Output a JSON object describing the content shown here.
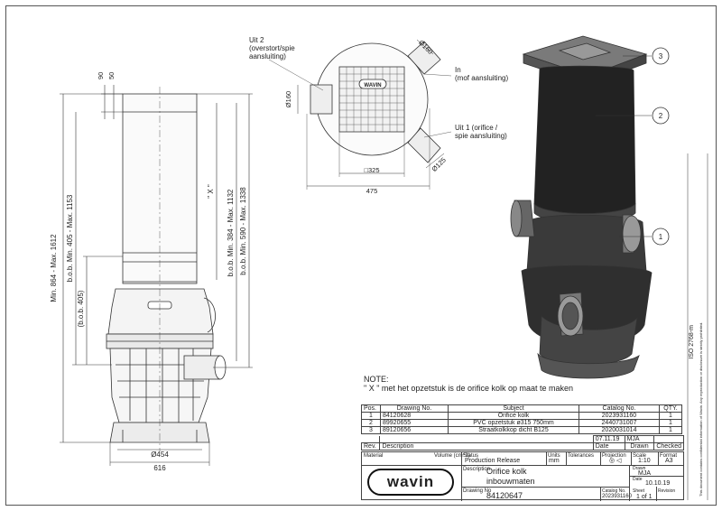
{
  "top_view": {
    "labels": {
      "uit2": [
        "Uit 2",
        "(overstort/spie",
        "aansluiting)"
      ],
      "in": [
        "In",
        "(mof aansluiting)"
      ],
      "uit1": [
        "Uit 1 (orifice /",
        "spie aansluiting)"
      ],
      "d160_left": "Ø160",
      "d160_top": "Ø160",
      "d125": "Ø125",
      "w325": "□325",
      "w475": "475",
      "brand": "WAVIN"
    }
  },
  "side_view": {
    "dims": {
      "d90": "90",
      "d50": "50",
      "left_total": "Min. 864 - Max. 1612",
      "left_bob": "b.o.b. Min. 405 - Max. 1153",
      "left_bob2": "(b.o.b. 405)",
      "right_x": "\" X \"",
      "right_bob1": "b.o.b. Min. 384 - Max. 1132",
      "right_bob2": "b.o.b. Min. 590 - Max. 1338",
      "d454": "Ø454",
      "w616": "616"
    }
  },
  "callouts": [
    "3",
    "2",
    "1"
  ],
  "note": {
    "title": "NOTE:",
    "text": "\" X \" met het opzetstuk is de orifice kolk op maat te maken"
  },
  "bom": {
    "headers": [
      "Pos.",
      "Drawing No.",
      "Subject",
      "Catalog No.",
      "QTY."
    ],
    "rows": [
      [
        "1",
        "84120628",
        "Orifice kolk",
        "2023931160",
        "1"
      ],
      [
        "2",
        "89920655",
        "PVC opzetstuk ø315   750mm",
        "2440731007",
        "1"
      ],
      [
        "3",
        "89120656",
        "Straatkolkkop dicht B125",
        "2020031014",
        "1"
      ]
    ]
  },
  "revision": {
    "date_row": [
      "07.11.19",
      "MJA"
    ],
    "headers": [
      "Rev.",
      "Description",
      "Date",
      "Drawn",
      "Checked"
    ]
  },
  "titleblock": {
    "material_label": "Material",
    "volume_label": "Volume (cm^3)",
    "status_label": "Status",
    "status": "Production Release",
    "units_label": "Units",
    "units": "mm",
    "tolerances_label": "Tolerances",
    "projection_label": "Projection",
    "projection": "◎ ◁",
    "scale_label": "Scale",
    "scale": "1:10",
    "format_label": "Format",
    "format": "A3",
    "description_label": "Description",
    "description1": "Orifice kolk",
    "description2": "inbouwmaten",
    "drawn_label": "Drawn",
    "drawn": "MJA",
    "date_label": "Date",
    "date": "10.10.19",
    "drawingno_label": "Drawing No",
    "drawingno": "84120647",
    "catalog_label": "Catalog No.",
    "catalog": "2023931160",
    "sheet_label": "Sheet",
    "sheet": "1 of 1",
    "revision_label": "Revision",
    "logo": "wavin"
  },
  "side_strip": {
    "iso": "ISO 2768-m",
    "legal": "This document contains confidential information of Wavin. Any reproduction or disclosure is strictly prohibited."
  }
}
